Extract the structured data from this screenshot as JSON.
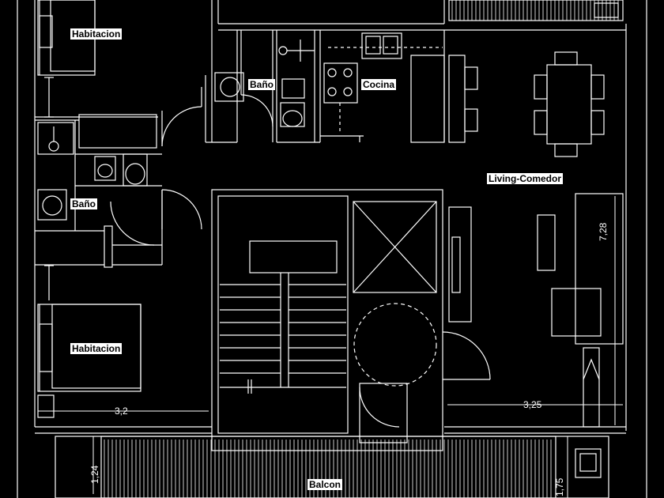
{
  "colors": {
    "background": "#000000",
    "lines": "#ffffff",
    "label_bg": "#ffffff",
    "label_text": "#000000"
  },
  "rooms": {
    "bedroom_top": "Habitacion",
    "bath_top": "Baño",
    "kitchen": "Cocina",
    "bath_left": "Baño",
    "living": "Living-Comedor",
    "bedroom_bottom": "Habitacion",
    "balcony": "Balcon"
  },
  "dimensions": {
    "bedroom_width": "3,2",
    "living_width": "3,25",
    "living_depth": "7,28",
    "balcony_left": "1,24",
    "balcony_right": "1,75"
  }
}
